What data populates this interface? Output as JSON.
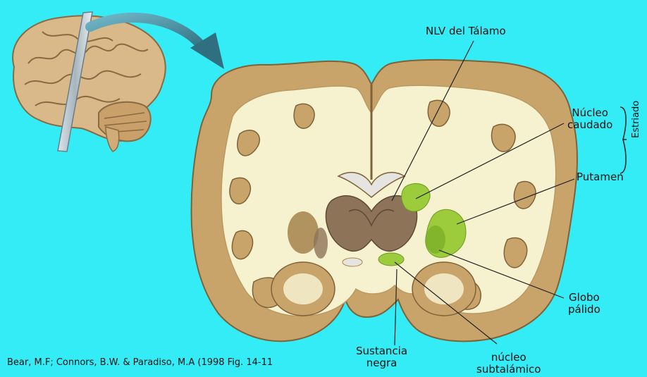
{
  "labels": {
    "nlv_talamo": "NLV del Tálamo",
    "nucleo_caudado_line1": "Núcleo",
    "nucleo_caudado_line2": "caudado",
    "estriado": "Estriado",
    "putamen": "Putamen",
    "globo_palido_line1": "Globo",
    "globo_palido_line2": "pálido",
    "sustancia_negra_line1": "Sustancia",
    "sustancia_negra_line2": "negra",
    "nucleo_subtalamico_line1": "núcleo",
    "nucleo_subtalamico_line2": "subtalámico"
  },
  "citation": "Bear, M.F; Connors, B.W. & Paradiso, M.A (1998 Fig. 14-11",
  "colors": {
    "background": "#33ecf6",
    "gray_matter": "#c9a46a",
    "gray_matter_dark": "#a98852",
    "white_matter": "#f6f1cf",
    "thalamus": "#8d7458",
    "basal_green": "#9ccc3c",
    "arrow": "#3b7c8c"
  }
}
